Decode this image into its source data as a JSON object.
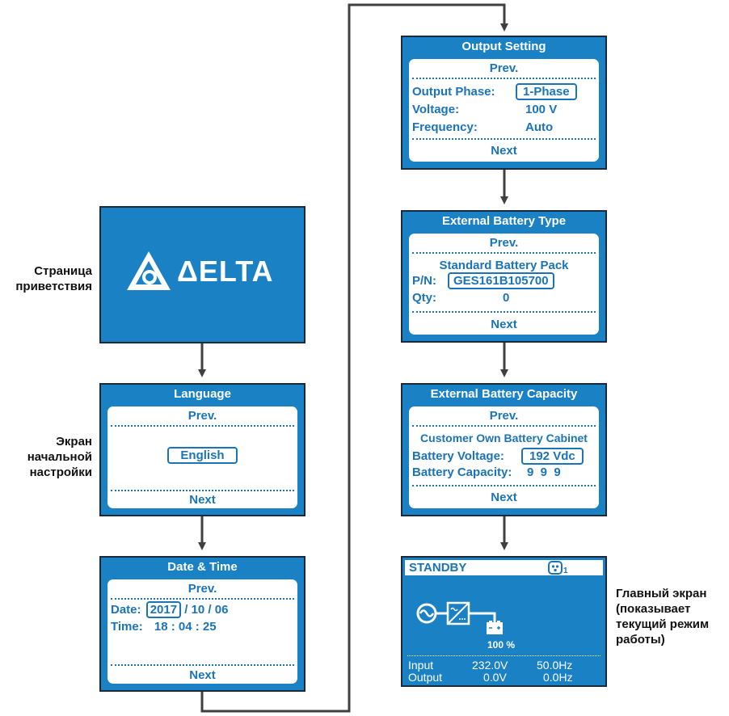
{
  "labels": {
    "welcome_page": [
      "Страница",
      "приветствия"
    ],
    "initial_setup_screen": [
      "Экран",
      "начальной",
      "настройки"
    ],
    "main_screen": [
      "Главный экран",
      "(показывает",
      "текущий режим",
      "работы)"
    ]
  },
  "welcome": {
    "logo_text": "ΔELTA",
    "logo_icon": "delta-logo-icon"
  },
  "language_screen": {
    "title": "Language",
    "prev": "Prev.",
    "value": "English",
    "next": "Next"
  },
  "date_time_screen": {
    "title": "Date & Time",
    "prev": "Prev.",
    "date_label": "Date:",
    "date_year": "2017",
    "date_rest": "/ 10 / 06",
    "time_label": "Time:",
    "time_value": "18 : 04 : 25",
    "next": "Next"
  },
  "output_setting_screen": {
    "title": "Output Setting",
    "prev": "Prev.",
    "phase_label": "Output Phase:",
    "phase_value": "1-Phase",
    "voltage_label": "Voltage:",
    "voltage_value": "100 V",
    "frequency_label": "Frequency:",
    "frequency_value": "Auto",
    "next": "Next"
  },
  "battery_type_screen": {
    "title": "External Battery Type",
    "prev": "Prev.",
    "pack": "Standard Battery Pack",
    "pn_label": "P/N:",
    "pn_value": "GES161B105700",
    "qty_label": "Qty:",
    "qty_value": "0",
    "next": "Next"
  },
  "battery_capacity_screen": {
    "title": "External Battery Capacity",
    "prev": "Prev.",
    "cabinet": "Customer Own Battery Cabinet",
    "voltage_label": "Battery Voltage:",
    "voltage_value": "192 Vdc",
    "capacity_label": "Battery Capacity:",
    "capacity_value": "9  9  9",
    "next": "Next"
  },
  "main_screen": {
    "status": "STANDBY",
    "outlet_icon": "outlet-icon",
    "outlet_sub": "1",
    "battery_percent": "100 %",
    "input_label": "Input",
    "input_voltage": "232.0V",
    "input_freq": "50.0Hz",
    "output_label": "Output",
    "output_voltage": "0.0V",
    "output_freq": "0.0Hz"
  },
  "colors": {
    "panel_blue": "#1a81c5",
    "text_blue": "#1b74b8",
    "border": "#1b2a3a",
    "arrow": "#404040"
  }
}
